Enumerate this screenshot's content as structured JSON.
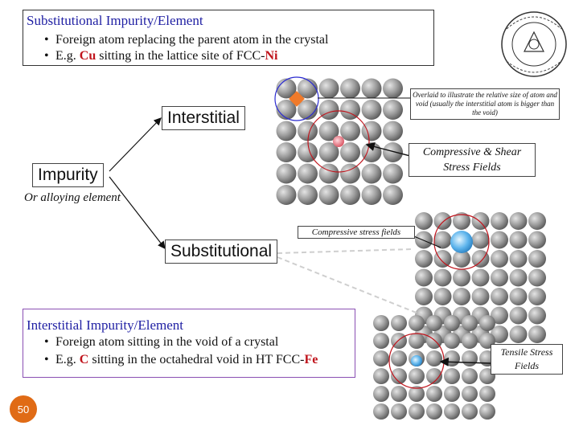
{
  "substitutional_box": {
    "title": "Substitutional Impurity/Element",
    "bullets": [
      {
        "pre": "Foreign atom replacing the parent atom in the crystal",
        "hl1": "",
        "mid": "",
        "hl2": "",
        "post": ""
      },
      {
        "pre": "E.g. ",
        "hl1": "Cu",
        "mid": " sitting in the lattice site of FCC-",
        "hl2": "Ni",
        "post": ""
      }
    ]
  },
  "interstitial_box": {
    "title": "Interstitial Impurity/Element",
    "bullets": [
      {
        "pre": "Foreign atom sitting in the void of a crystal",
        "hl1": "",
        "mid": "",
        "hl2": "",
        "post": ""
      },
      {
        "pre": "E.g. ",
        "hl1": "C",
        "mid": " sitting in the octahedral void in HT FCC-",
        "hl2": "Fe",
        "post": ""
      }
    ]
  },
  "labels": {
    "interstitial": "Interstitial",
    "impurity": "Impurity",
    "or_alloying": "Or alloying element",
    "substitutional": "Substitutional"
  },
  "notes": {
    "overlaid": "Overlaid to illustrate the relative size of atom and void (usually the interstitial atom is bigger than the void)",
    "compressive_shear": "Compressive & Shear Stress Fields",
    "compressive_stress": "Compressive stress fields",
    "tensile": "Tensile Stress Fields"
  },
  "page_number": "50",
  "colors": {
    "atom": "#9a9a9a",
    "highlight": "#c0141c",
    "heading_blue": "#1f1fa3",
    "interstitial_atom": "#e8707a",
    "substitutional_atom": "#6bbdf0",
    "void_marker": "#f07a2a",
    "badge": "#e06b16"
  }
}
